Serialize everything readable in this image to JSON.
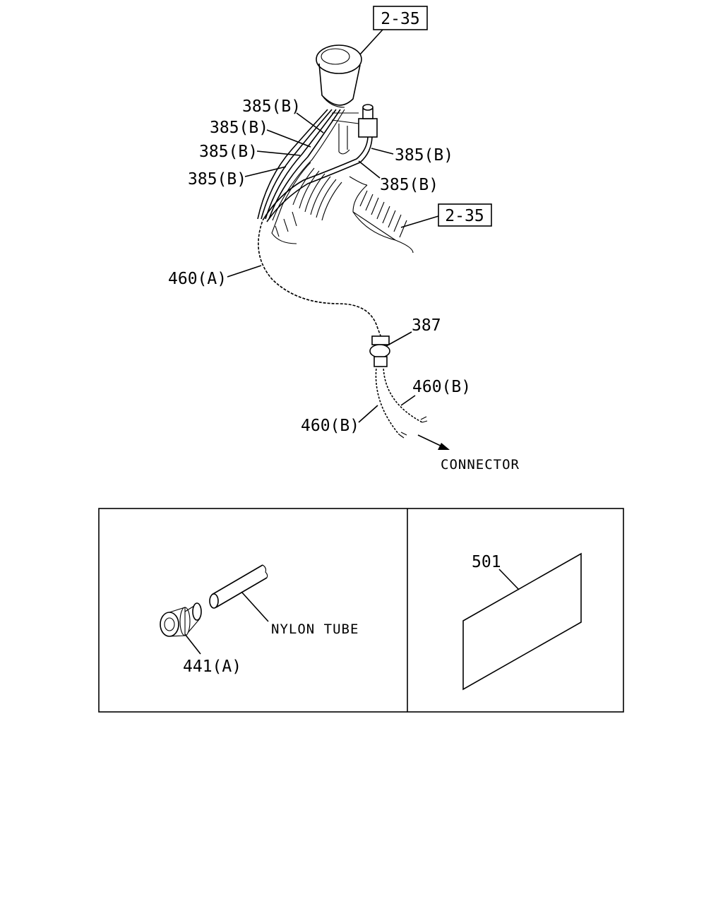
{
  "callouts": {
    "ref_top": "2-35",
    "ref_right": "2-35",
    "wire_385b_1": "385(B)",
    "wire_385b_2": "385(B)",
    "wire_385b_3": "385(B)",
    "wire_385b_4": "385(B)",
    "wire_385b_5": "385(B)",
    "wire_385b_6": "385(B)",
    "tube_460a": "460(A)",
    "grommet_387": "387",
    "tube_460b_right": "460(B)",
    "tube_460b_left": "460(B)",
    "connector": "CONNECTOR"
  },
  "inset_left": {
    "fitting_441a": "441(A)",
    "nylon_tube": "NYLON TUBE"
  },
  "inset_right": {
    "label_501": "501"
  }
}
